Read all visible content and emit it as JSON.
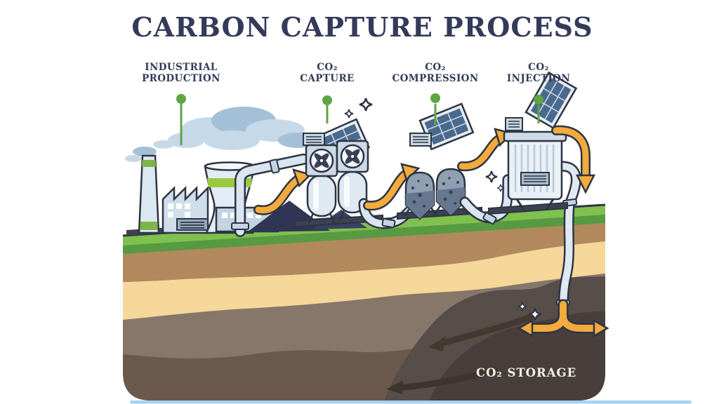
{
  "title": "CARBON CAPTURE PROCESS",
  "stages": [
    {
      "id": "industrial-production",
      "line1": "INDUSTRIAL",
      "line2": "PRODUCTION"
    },
    {
      "id": "co2-capture",
      "line1": "CO₂",
      "line2": "CAPTURE"
    },
    {
      "id": "co2-compression",
      "line1": "CO₂",
      "line2": "COMPRESSION"
    },
    {
      "id": "co2-injection",
      "line1": "CO₂",
      "line2": "INJECTION"
    }
  ],
  "storage_label": "CO₂ STORAGE",
  "colors": {
    "navy": "#343a59",
    "green": "#5fa544",
    "orange": "#f2ab3c",
    "outline": "#2e3443",
    "machine_light": "#e3ecf4",
    "machine_mid": "#c5d5e3",
    "smoke_light": "#c6d9e8",
    "smoke_dark": "#a3c0d8",
    "grass_light": "#7fc04f",
    "grass_dark": "#579a41",
    "soil_tan": "#b2895c",
    "soil_sand": "#f5d79a",
    "soil_gray": "#87766a",
    "soil_brown": "#6b594c",
    "soil_mound": "#574e4a",
    "soil_deep": "#483f3c",
    "storage_text": "#f6f1e4",
    "footer_blue": "#a6d2ef",
    "coal": "#2f3553"
  }
}
